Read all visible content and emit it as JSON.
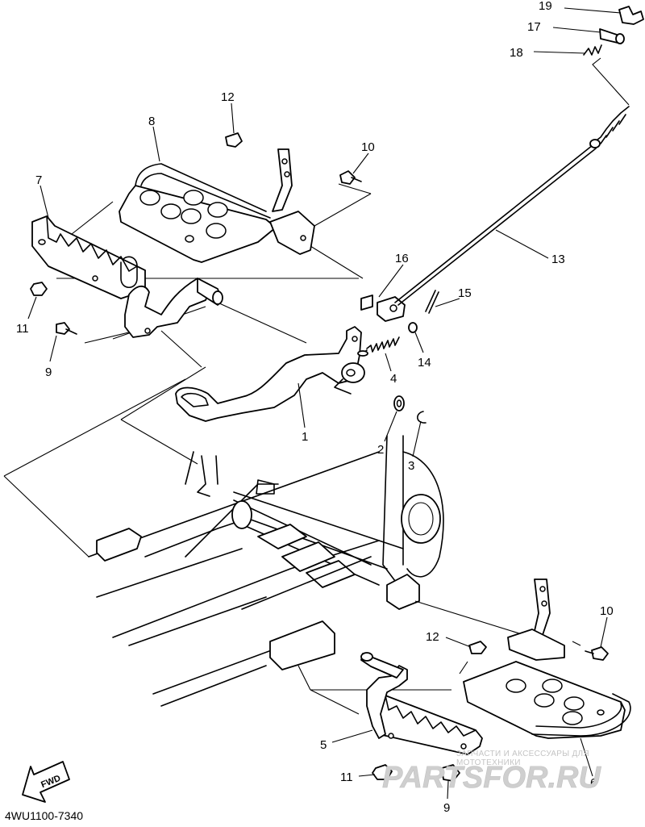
{
  "diagram": {
    "callouts": [
      {
        "id": "19",
        "label": "19"
      },
      {
        "id": "17",
        "label": "17"
      },
      {
        "id": "18",
        "label": "18"
      },
      {
        "id": "12a",
        "label": "12"
      },
      {
        "id": "8",
        "label": "8"
      },
      {
        "id": "10a",
        "label": "10"
      },
      {
        "id": "7",
        "label": "7"
      },
      {
        "id": "13",
        "label": "13"
      },
      {
        "id": "16",
        "label": "16"
      },
      {
        "id": "15",
        "label": "15"
      },
      {
        "id": "11a",
        "label": "11"
      },
      {
        "id": "9a",
        "label": "9"
      },
      {
        "id": "4",
        "label": "4"
      },
      {
        "id": "14",
        "label": "14"
      },
      {
        "id": "1",
        "label": "1"
      },
      {
        "id": "2",
        "label": "2"
      },
      {
        "id": "3",
        "label": "3"
      },
      {
        "id": "10b",
        "label": "10"
      },
      {
        "id": "12b",
        "label": "12"
      },
      {
        "id": "5",
        "label": "5"
      },
      {
        "id": "11b",
        "label": "11"
      },
      {
        "id": "9b",
        "label": "9"
      },
      {
        "id": "6",
        "label": "6"
      }
    ],
    "fwd_label": "FWD",
    "diagram_code": "4WU1100-7340"
  },
  "watermark": {
    "tagline": "ЗАПЧАСТИ И АКСЕССУАРЫ ДЛЯ МОТОТЕХНИКИ",
    "brand": "PARTSFOR.RU",
    "color": "#c8c8c8"
  }
}
